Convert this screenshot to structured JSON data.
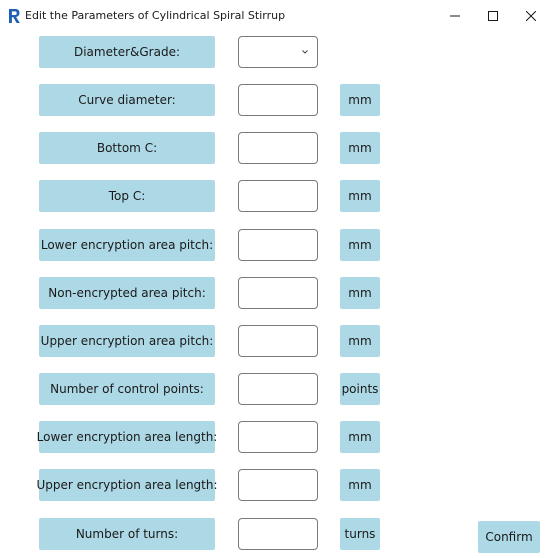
{
  "window": {
    "title": "Edit the Parameters of Cylindrical Spiral Stirrup",
    "app_icon": "revit-r-icon",
    "controls": [
      "minimize-icon",
      "maximize-icon",
      "close-icon"
    ]
  },
  "form": {
    "diameter_grade": {
      "label": "Diameter&Grade:",
      "selected": ""
    },
    "rows": [
      {
        "label": "Curve diameter:",
        "value": "",
        "unit": "mm"
      },
      {
        "label": "Bottom C:",
        "value": "",
        "unit": "mm"
      },
      {
        "label": "Top C:",
        "value": "",
        "unit": "mm"
      },
      {
        "label": "Lower encryption area pitch:",
        "value": "",
        "unit": "mm"
      },
      {
        "label": "Non-encrypted area pitch:",
        "value": "",
        "unit": "mm"
      },
      {
        "label": "Upper encryption area pitch:",
        "value": "",
        "unit": "mm"
      },
      {
        "label": "Number of control points:",
        "value": "",
        "unit": "points"
      },
      {
        "label": "Lower encryption area length:",
        "value": "",
        "unit": "mm"
      },
      {
        "label": "Upper encryption area length:",
        "value": "",
        "unit": "mm"
      },
      {
        "label": "Number of turns:",
        "value": "",
        "unit": "turns"
      }
    ],
    "confirm_label": "Confirm"
  },
  "colors": {
    "label_bg": "#add8e6",
    "field_border": "#7a7a7a",
    "icon_blue": "#1f5fb4"
  }
}
